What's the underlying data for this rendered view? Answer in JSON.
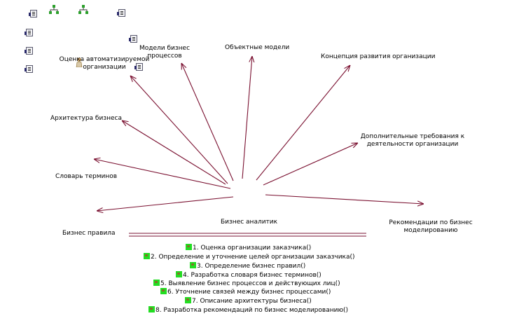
{
  "toolbar_icons": [
    "document-icon",
    "network-icon",
    "network-icon",
    "document-icon"
  ],
  "side_icons": [
    "document-icon",
    "document-icon",
    "document-icon"
  ],
  "center_actor": {
    "label": "Бизнес аналитик"
  },
  "targets": {
    "t1": {
      "lines": [
        "Оценка автоматизируемой",
        "организации"
      ]
    },
    "t2": {
      "lines": [
        "Модели бизнес",
        "процессов"
      ]
    },
    "t3": {
      "lines": [
        "Объектные модели"
      ]
    },
    "t4": {
      "lines": [
        "Концепция развития организации"
      ]
    },
    "t5": {
      "lines": [
        "Архитектура бизнеса"
      ]
    },
    "t6": {
      "lines": [
        "Дополнительные требования к",
        "деятельности организации"
      ]
    },
    "t7": {
      "lines": [
        "Словарь терминов"
      ]
    },
    "t8": {
      "lines": [
        "Бизнес правила"
      ]
    },
    "t9": {
      "lines": [
        "Рекомендации по бизнес",
        "моделированию"
      ]
    }
  },
  "operations": [
    "1. Оценка организации заказчика()",
    "2. Определение и уточнение целей организации заказчика()",
    "3. Определение бизнес правил()",
    "4. Разработка словаря бизнес терминов()",
    "5. Выявление бизнес процессов и действующих лиц()",
    "6. Уточнение связей между бизнес процессами()",
    "7. Описание архитектуры бизнеса()",
    "8. Разработка рекомендаций по бизнес моделированию()"
  ],
  "colors": {
    "arrow": "#7a1030",
    "separator": "#7a1030",
    "operation_icon": "#22dd22"
  }
}
